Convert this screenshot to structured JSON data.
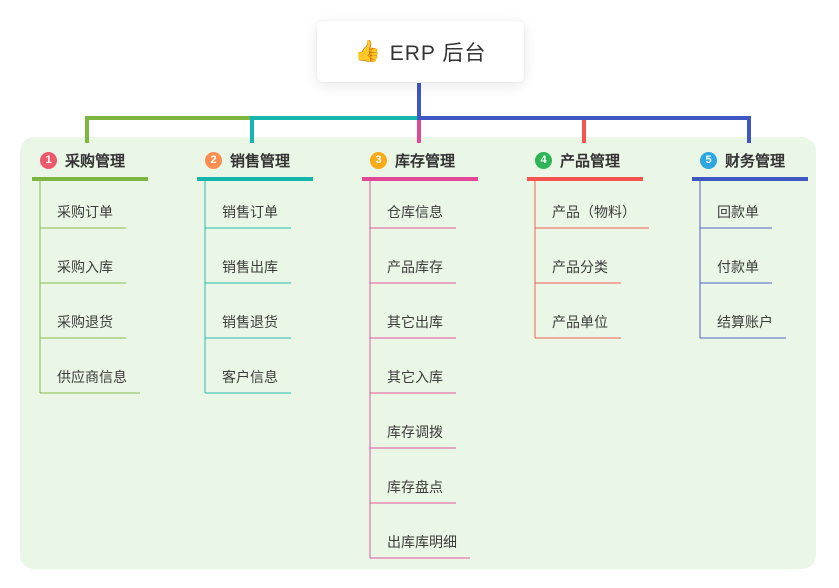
{
  "root": {
    "icon": "thumbs-up",
    "icon_glyph": "👍",
    "label": "ERP 后台"
  },
  "branches": [
    {
      "num": "1",
      "label": "采购管理",
      "badge_color": "#ee5a6b",
      "line_color": "#7cb53f",
      "children": [
        "采购订单",
        "采购入库",
        "采购退货",
        "供应商信息"
      ]
    },
    {
      "num": "2",
      "label": "销售管理",
      "badge_color": "#fc8f50",
      "line_color": "#16b5ae",
      "children": [
        "销售订单",
        "销售出库",
        "销售退货",
        "客户信息"
      ]
    },
    {
      "num": "3",
      "label": "库存管理",
      "badge_color": "#f8aa18",
      "line_color": "#e24697",
      "children": [
        "仓库信息",
        "产品库存",
        "其它出库",
        "其它入库",
        "库存调拨",
        "库存盘点",
        "出库库明细"
      ]
    },
    {
      "num": "4",
      "label": "产品管理",
      "badge_color": "#2fb457",
      "line_color": "#f4534e",
      "children": [
        "产品（物料）",
        "产品分类",
        "产品单位"
      ]
    },
    {
      "num": "5",
      "label": "财务管理",
      "badge_color": "#2ca7e1",
      "line_color": "#3f57c2",
      "children": [
        "回款单",
        "付款单",
        "结算账户"
      ]
    }
  ],
  "colors": {
    "root_stem": "#3f57c2",
    "panel_bg": "#eaf6e6",
    "card_bg": "#ffffff",
    "text_primary": "#333333",
    "text_child": "#3c3c3c"
  }
}
